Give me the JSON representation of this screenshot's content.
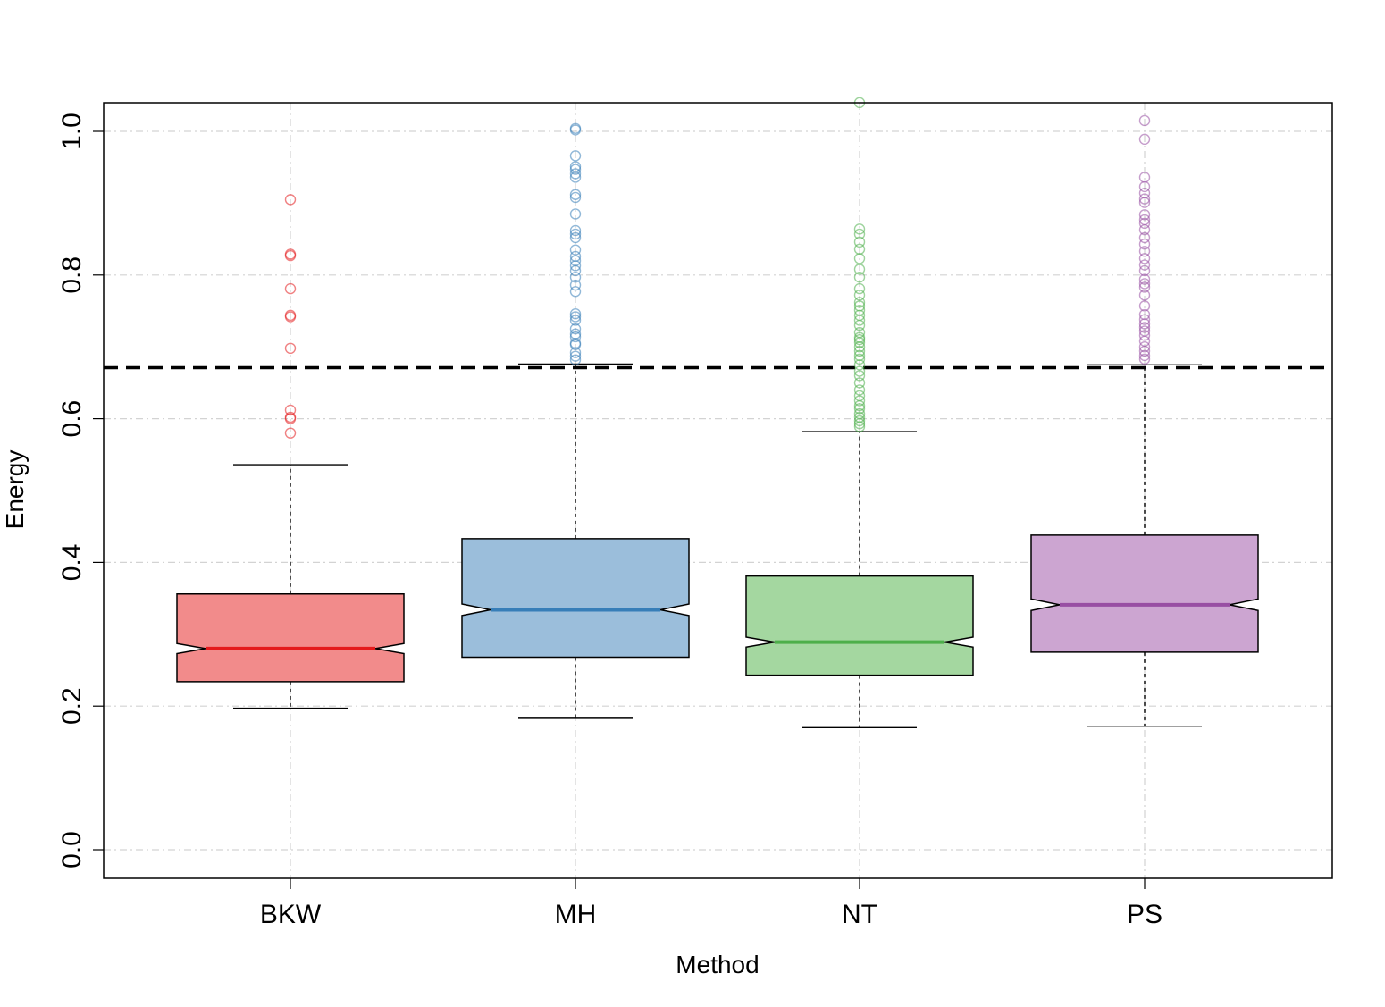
{
  "chart_data": {
    "type": "box",
    "title": "",
    "xlabel": "Method",
    "ylabel": "Energy",
    "ylim": [
      -0.04,
      1.04
    ],
    "yticks": [
      "0.0",
      "0.2",
      "0.4",
      "0.6",
      "0.8",
      "1.0"
    ],
    "grid": true,
    "notched": true,
    "reference_line": {
      "y": 0.671,
      "style": "dashed",
      "color": "#000000"
    },
    "categories": [
      "BKW",
      "MH",
      "NT",
      "PS"
    ],
    "series": [
      {
        "category": "BKW",
        "fill": "#F28B8B",
        "median_color": "#E41A1C",
        "point_color": "#E41A1C",
        "whisker_low": 0.197,
        "q1": 0.234,
        "median": 0.28,
        "q3": 0.356,
        "whisker_high": 0.536,
        "notch_low": 0.273,
        "notch_high": 0.287,
        "outliers": [
          0.58,
          0.6,
          0.602,
          0.612,
          0.698,
          0.742,
          0.744,
          0.781,
          0.827,
          0.829,
          0.905
        ]
      },
      {
        "category": "MH",
        "fill": "#9BBEDB",
        "median_color": "#377EB8",
        "point_color": "#377EB8",
        "whisker_low": 0.183,
        "q1": 0.268,
        "median": 0.334,
        "q3": 0.433,
        "whisker_high": 0.676,
        "notch_low": 0.326,
        "notch_high": 0.342,
        "outliers": [
          0.682,
          0.687,
          0.692,
          0.703,
          0.705,
          0.714,
          0.718,
          0.725,
          0.737,
          0.742,
          0.746,
          0.777,
          0.786,
          0.797,
          0.806,
          0.813,
          0.82,
          0.826,
          0.835,
          0.852,
          0.857,
          0.862,
          0.885,
          0.908,
          0.912,
          0.936,
          0.941,
          0.947,
          0.951,
          0.966,
          1.002,
          1.004
        ]
      },
      {
        "category": "NT",
        "fill": "#A4D7A0",
        "median_color": "#4DAF4A",
        "point_color": "#4DAF4A",
        "whisker_low": 0.17,
        "q1": 0.243,
        "median": 0.289,
        "q3": 0.381,
        "whisker_high": 0.582,
        "notch_low": 0.282,
        "notch_high": 0.296,
        "outliers": [
          0.589,
          0.593,
          0.597,
          0.602,
          0.607,
          0.614,
          0.618,
          0.625,
          0.632,
          0.64,
          0.65,
          0.66,
          0.666,
          0.675,
          0.683,
          0.688,
          0.694,
          0.7,
          0.706,
          0.71,
          0.713,
          0.72,
          0.73,
          0.737,
          0.744,
          0.751,
          0.757,
          0.762,
          0.772,
          0.781,
          0.797,
          0.808,
          0.823,
          0.836,
          0.846,
          0.857,
          0.864,
          1.04
        ]
      },
      {
        "category": "PS",
        "fill": "#CCA5D1",
        "median_color": "#984EA3",
        "point_color": "#984EA3",
        "whisker_low": 0.172,
        "q1": 0.275,
        "median": 0.341,
        "q3": 0.438,
        "whisker_high": 0.675,
        "notch_low": 0.333,
        "notch_high": 0.349,
        "outliers": [
          0.683,
          0.688,
          0.694,
          0.7,
          0.708,
          0.716,
          0.722,
          0.727,
          0.732,
          0.738,
          0.745,
          0.757,
          0.772,
          0.783,
          0.788,
          0.794,
          0.806,
          0.814,
          0.823,
          0.833,
          0.843,
          0.852,
          0.863,
          0.872,
          0.877,
          0.884,
          0.901,
          0.906,
          0.914,
          0.923,
          0.936,
          0.989,
          1.015
        ]
      }
    ]
  }
}
